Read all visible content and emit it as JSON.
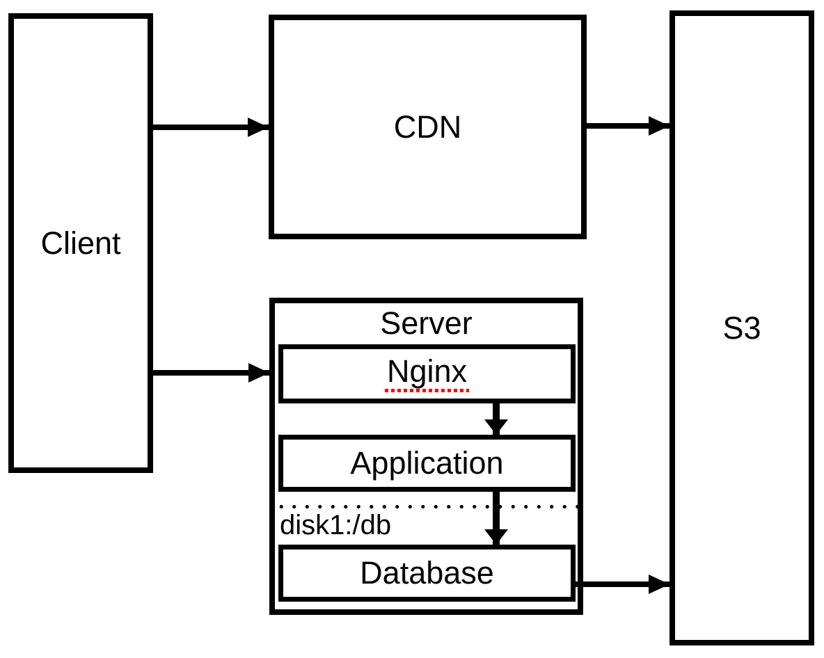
{
  "diagram": {
    "type": "architecture-flowchart",
    "background_color": "#ffffff",
    "line_color": "#000000",
    "spellcheck_underline_color": "#fb0007",
    "nodes": {
      "client": {
        "label": "Client"
      },
      "cdn": {
        "label": "CDN"
      },
      "server": {
        "label": "Server"
      },
      "nginx": {
        "label": "Nginx",
        "has_red_dotted_underline": true
      },
      "application": {
        "label": "Application"
      },
      "database": {
        "label": "Database"
      },
      "s3": {
        "label": "S3"
      }
    },
    "annotations": {
      "disk_mount": "disk1:/db"
    },
    "edges": [
      {
        "from": "Client",
        "to": "CDN",
        "direction": "right"
      },
      {
        "from": "Client",
        "to": "Server",
        "direction": "right"
      },
      {
        "from": "CDN",
        "to": "S3",
        "direction": "right"
      },
      {
        "from": "Nginx",
        "to": "Application",
        "direction": "down"
      },
      {
        "from": "Application",
        "to": "Database",
        "direction": "down"
      },
      {
        "from": "Database",
        "to": "S3",
        "direction": "right"
      }
    ]
  }
}
